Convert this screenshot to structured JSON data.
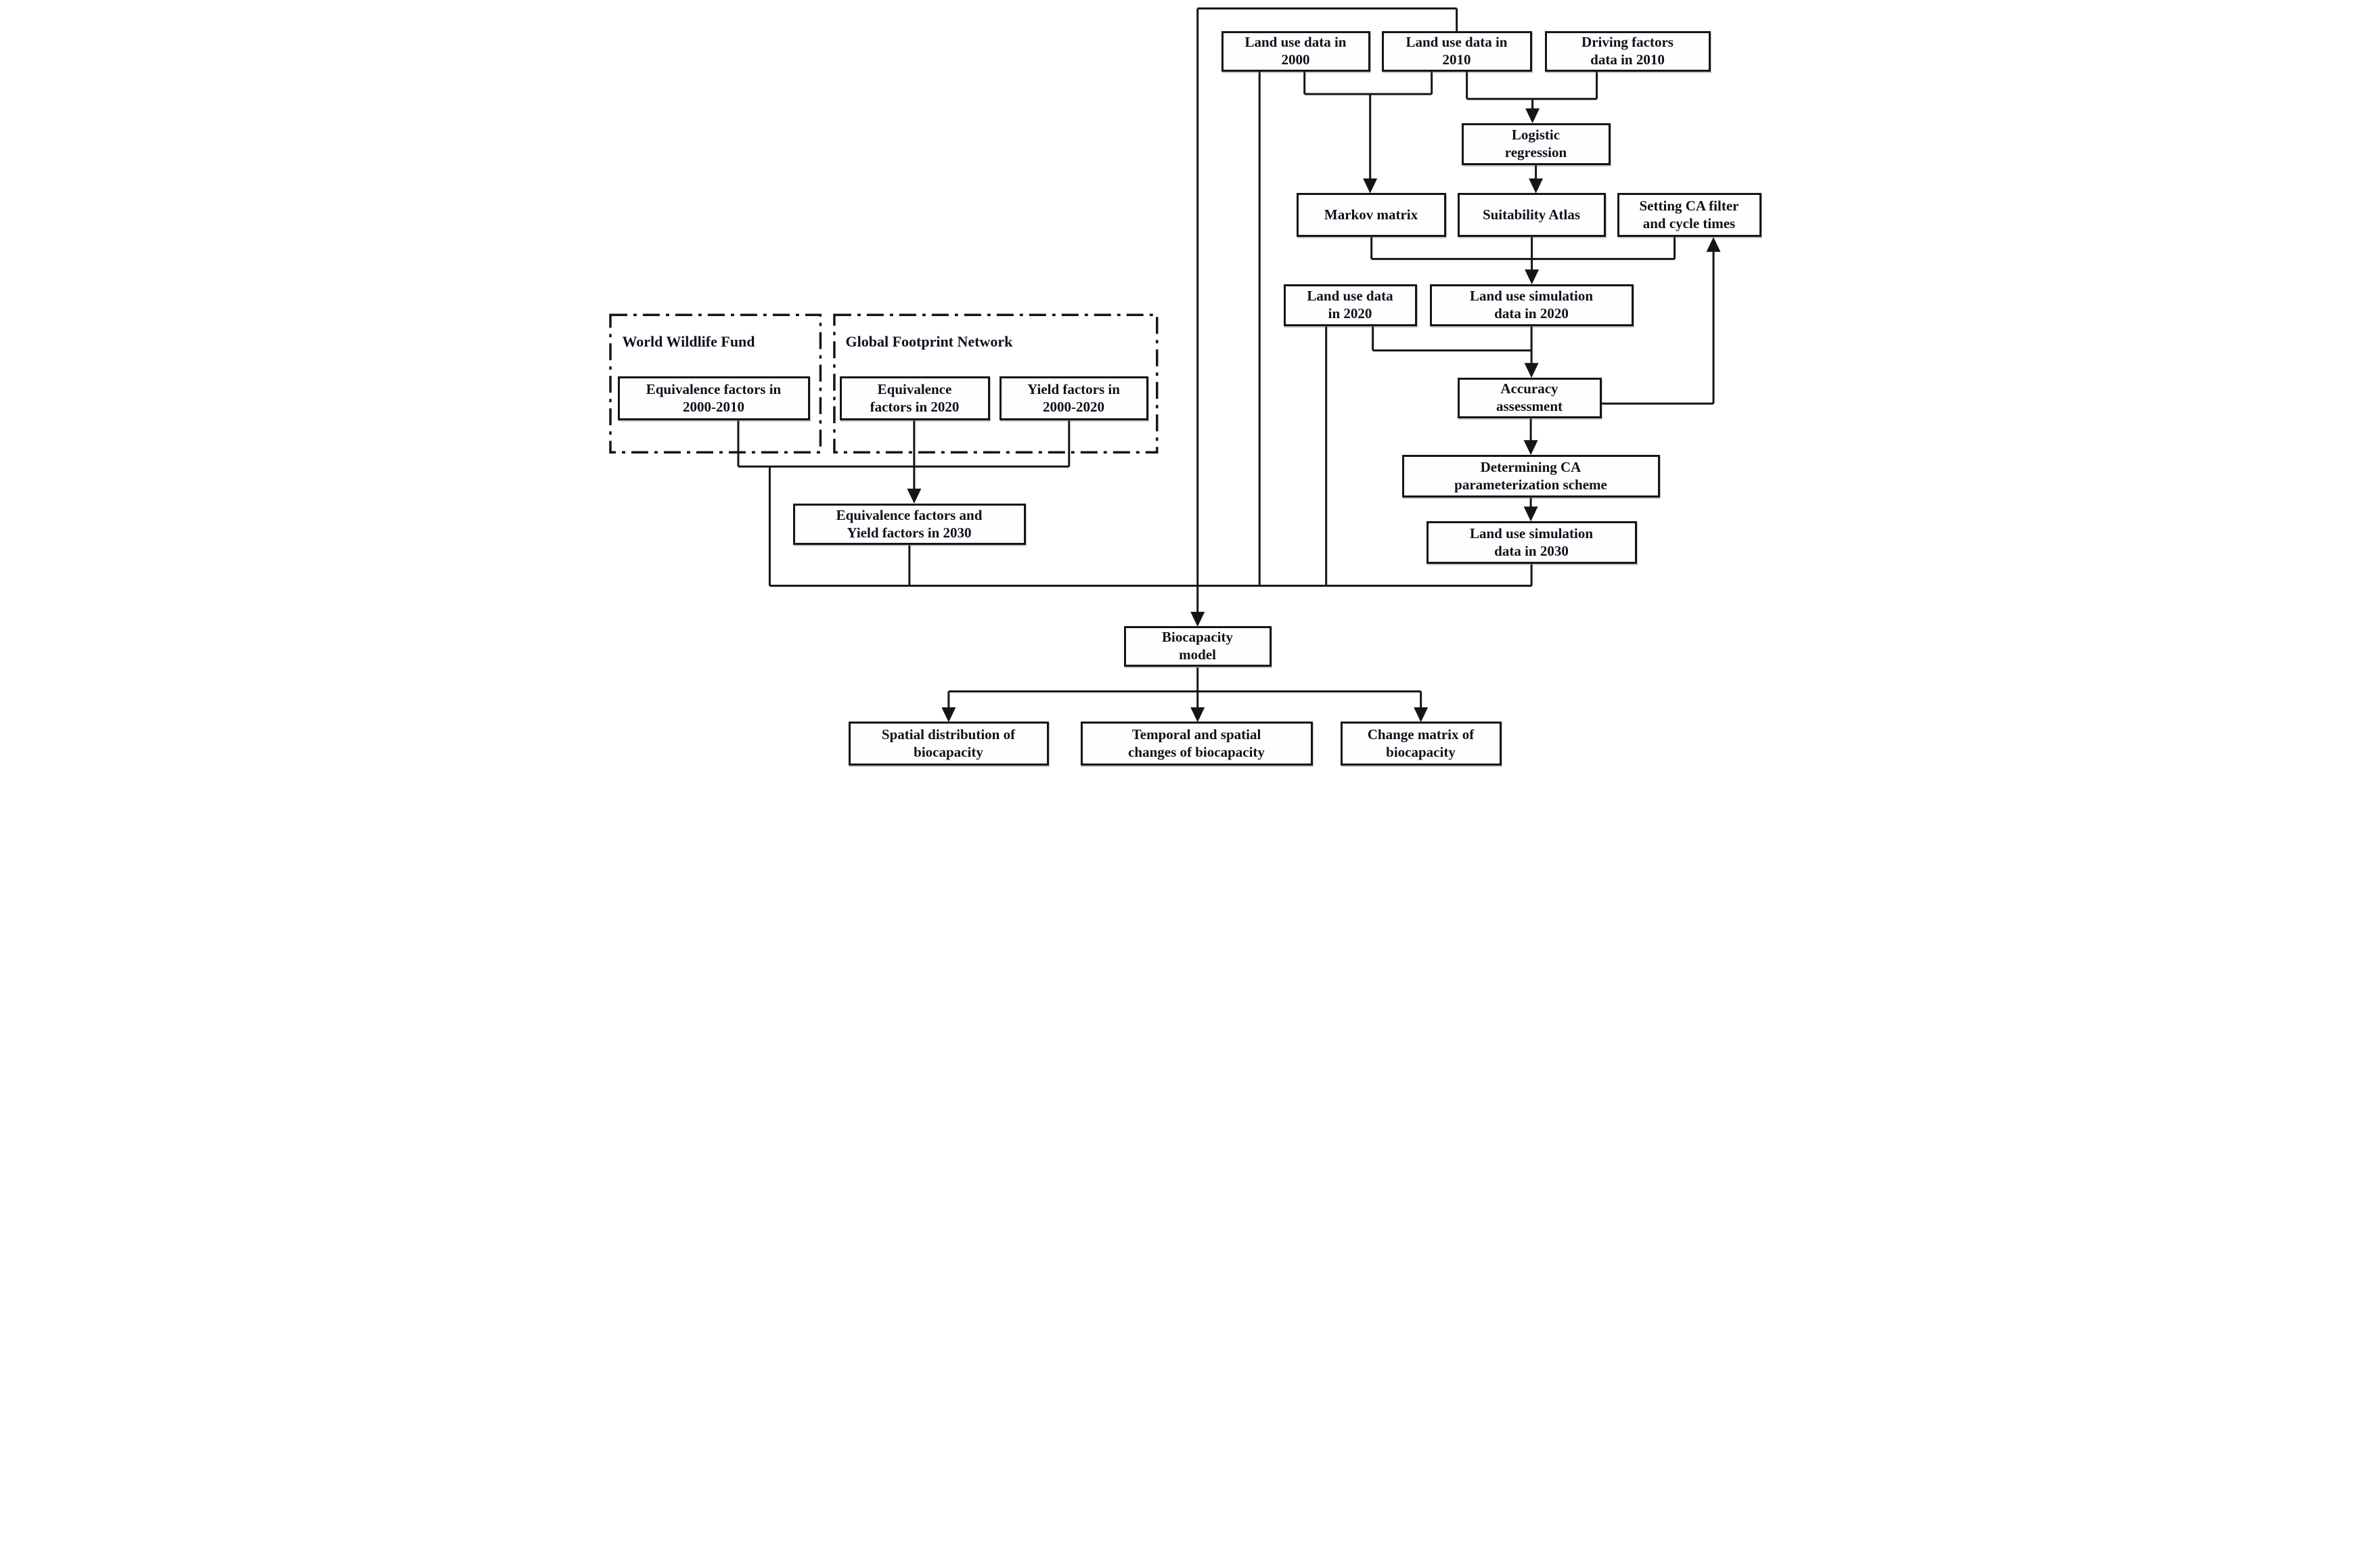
{
  "colors": {
    "background": "#ffffff",
    "line": "#151515",
    "box_border": "#151515",
    "text": "#10101c"
  },
  "groups": {
    "world_wildlife_fund": {
      "label": "World Wildlife Fund"
    },
    "global_footprint_network": {
      "label": "Global Footprint Network"
    }
  },
  "nodes": {
    "land_use_2000": {
      "label": "Land use data in\n2000"
    },
    "land_use_2010": {
      "label": "Land use data in\n2010"
    },
    "driving_factors_2010": {
      "label": "Driving factors\ndata in 2010"
    },
    "logistic_regression": {
      "label": "Logistic\nregression"
    },
    "markov_matrix": {
      "label": "Markov matrix"
    },
    "suitability_atlas": {
      "label": "Suitability Atlas"
    },
    "setting_ca_filter": {
      "label": "Setting CA filter\nand cycle times"
    },
    "land_use_2020": {
      "label": "Land use data\nin 2020"
    },
    "land_use_sim_2020": {
      "label": "Land use simulation\ndata in 2020"
    },
    "accuracy_assessment": {
      "label": "Accuracy\nassessment"
    },
    "determining_ca": {
      "label": "Determining CA\nparameterization scheme"
    },
    "land_use_sim_2030": {
      "label": "Land use simulation\ndata in 2030"
    },
    "equivalence_2000_2010": {
      "label": "Equivalence factors in\n2000-2010"
    },
    "equivalence_2020": {
      "label": "Equivalence\nfactors in 2020"
    },
    "yield_2000_2020": {
      "label": "Yield factors in\n2000-2020"
    },
    "equivalence_yield_2030": {
      "label": "Equivalence factors  and\nYield factors  in 2030"
    },
    "biocapacity_model": {
      "label": "Biocapacity\nmodel"
    },
    "spatial_distribution": {
      "label": "Spatial distribution of\nbiocapacity"
    },
    "temporal_spatial_changes": {
      "label": "Temporal and spatial\nchanges of biocapacity"
    },
    "change_matrix": {
      "label": "Change matrix of\nbiocapacity"
    }
  }
}
